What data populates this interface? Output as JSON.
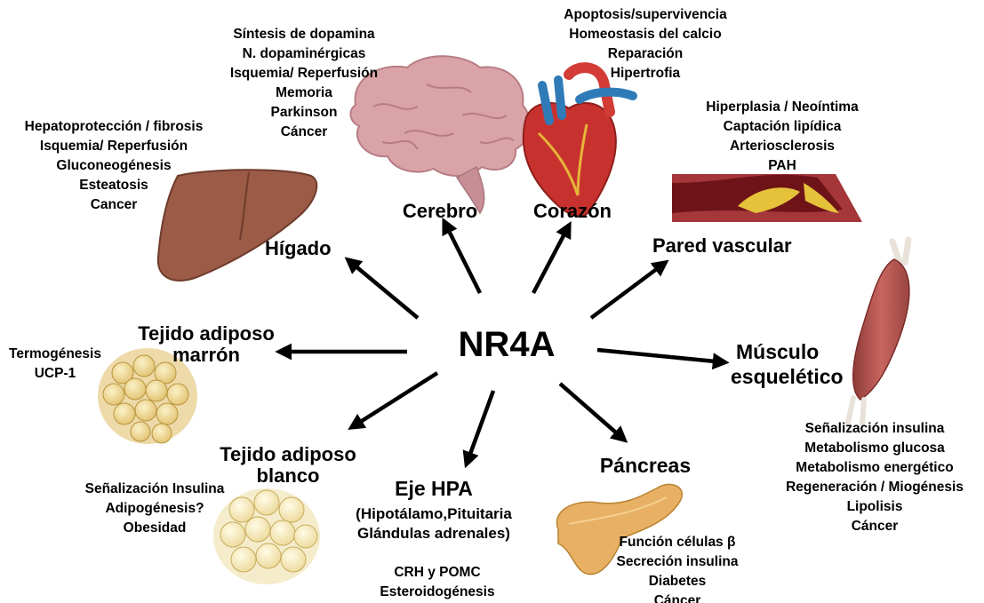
{
  "center": "NR4A",
  "organs": {
    "cerebro": {
      "label": "Cerebro",
      "effects": [
        "Síntesis de dopamina",
        "N. dopaminérgicas",
        "Isquemia/ Reperfusión",
        "Memoria",
        "Parkinson",
        "Cáncer"
      ]
    },
    "corazon": {
      "label": "Corazón",
      "effects": [
        "Apoptosis/supervivencia",
        "Homeostasis del calcio",
        "Reparación",
        "Hipertrofia"
      ]
    },
    "higado": {
      "label": "Hígado",
      "effects": [
        "Hepatoprotección / fibrosis",
        "Isquemia/ Reperfusión",
        "Gluconeogénesis",
        "Esteatosis",
        "Cancer"
      ]
    },
    "pared": {
      "label": "Pared vascular",
      "effects": [
        "Hiperplasia / Neoíntima",
        "Captación lipídica",
        "Arteriosclerosis",
        "PAH"
      ]
    },
    "marron": {
      "label_line1": "Tejido adiposo",
      "label_line2": "marrón",
      "effects": [
        "Termogénesis",
        "UCP-1"
      ]
    },
    "musculo": {
      "label_line1": "Músculo",
      "label_line2": "esquelético",
      "effects": [
        "Señalización insulina",
        "Metabolismo glucosa",
        "Metabolismo energético",
        "Regeneración / Miogénesis",
        "Lipolisis",
        "Cáncer"
      ]
    },
    "blanco": {
      "label_line1": "Tejido adiposo",
      "label_line2": "blanco",
      "effects": [
        "Señalización Insulina",
        "Adipogénesis?",
        "Obesidad"
      ]
    },
    "hpa": {
      "label": "Eje HPA",
      "sub_line1": "(Hipotálamo,Pituitaria",
      "sub_line2": "Glándulas adrenales)",
      "effects": [
        "CRH y POMC",
        "Esteroidogénesis"
      ]
    },
    "pancreas": {
      "label": "Páncreas",
      "effects": [
        "Función células β",
        "Secreción insulina",
        "Diabetes",
        "Cáncer"
      ]
    }
  },
  "colors": {
    "arrow": "#000000",
    "brain": "#d9a3a8",
    "liver": "#9c5b47",
    "heart": "#c8322e",
    "heart_vessel": "#2f7bb8",
    "muscle": "#b5504b",
    "fat": "#f1d98a",
    "pancreas": "#e7b064"
  }
}
